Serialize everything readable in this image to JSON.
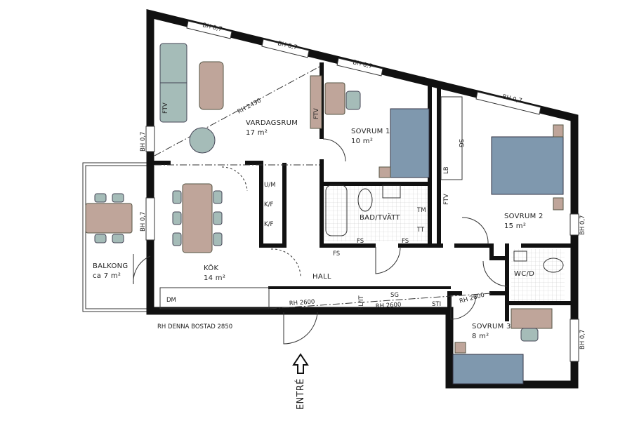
{
  "rooms": {
    "vardagsrum": {
      "name": "VARDAGSRUM",
      "area": "17 m²"
    },
    "sovrum1": {
      "name": "SOVRUM 1",
      "area": "10 m²"
    },
    "sovrum2": {
      "name": "SOVRUM 2",
      "area": "15 m²"
    },
    "sovrum3": {
      "name": "SOVRUM 3",
      "area": "8 m²"
    },
    "kok": {
      "name": "KÖK",
      "area": "14 m²"
    },
    "balkong": {
      "name": "BALKONG",
      "area": "ca 7 m²"
    },
    "hall": {
      "name": "HALL"
    },
    "bad": {
      "name": "BAD/TVÄTT"
    },
    "wc": {
      "name": "WC/D"
    }
  },
  "labels": {
    "bh": "BH 0,7",
    "ftv": "FTV",
    "rh2490": "RH 2490",
    "rh2600": "RH 2600",
    "sg": "SG",
    "lb": "LB",
    "um": "U/M",
    "kf": "K/F",
    "tm": "TM",
    "tt": "TT",
    "fs": "FS",
    "dm": "DM",
    "elit": "EL/IT",
    "sti": "STI",
    "rh_bostad": "RH DENNA BOSTAD 2850",
    "entre": "ENTRÉ"
  },
  "colors": {
    "wall": "#111111",
    "textile": "#a5bcb8",
    "wood": "#bfa59a",
    "bed": "#7f98ae"
  }
}
